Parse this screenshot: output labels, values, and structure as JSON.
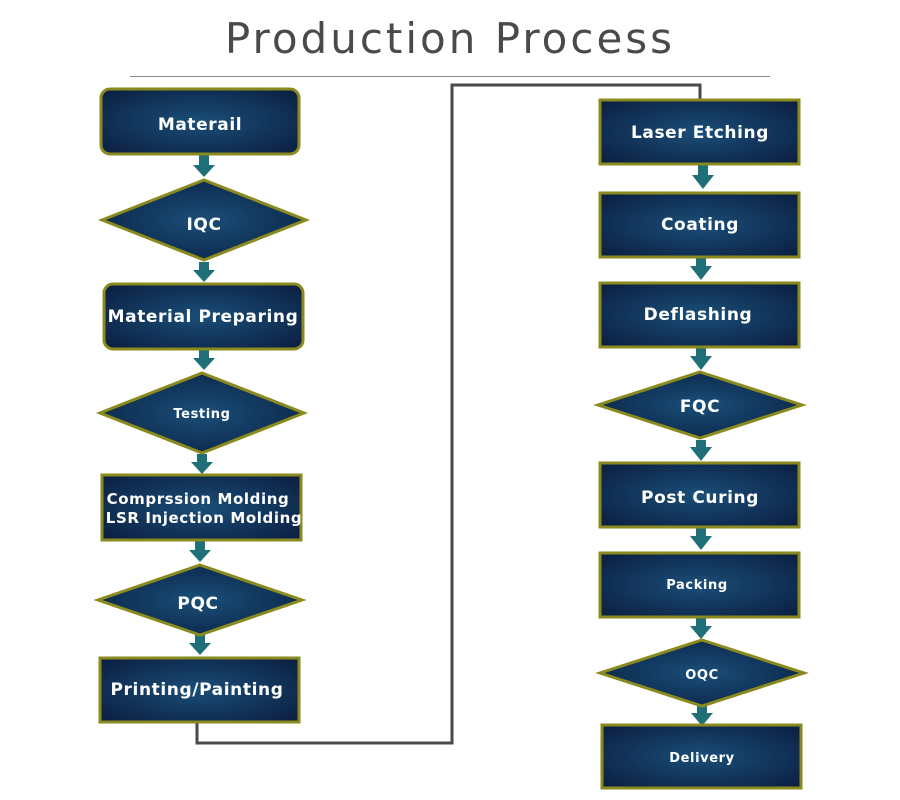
{
  "title": "Production Process",
  "colors": {
    "box_dark": "#0a1a3c",
    "box_light": "#1a4e78",
    "border": "#8a8a1e",
    "arrow": "#1f6f78",
    "connector": "#4a4a4a"
  },
  "left_column": {
    "steps": [
      {
        "kind": "rounded",
        "label": "Materail"
      },
      {
        "kind": "diamond",
        "label": "IQC"
      },
      {
        "kind": "rounded",
        "label": "Material Preparing"
      },
      {
        "kind": "diamond",
        "label": "Testing"
      },
      {
        "kind": "rect",
        "label": "Comprssion Molding",
        "label2": "LSR Injection Molding"
      },
      {
        "kind": "diamond",
        "label": "PQC"
      },
      {
        "kind": "rect",
        "label": "Printing/Painting"
      }
    ]
  },
  "right_column": {
    "steps": [
      {
        "kind": "rect",
        "label": "Laser Etching"
      },
      {
        "kind": "rect",
        "label": "Coating"
      },
      {
        "kind": "rect",
        "label": "Deflashing"
      },
      {
        "kind": "diamond",
        "label": "FQC"
      },
      {
        "kind": "rect",
        "label": "Post Curing"
      },
      {
        "kind": "rect",
        "label": "Packing"
      },
      {
        "kind": "diamond",
        "label": "OQC"
      },
      {
        "kind": "rect",
        "label": "Delivery"
      }
    ]
  }
}
